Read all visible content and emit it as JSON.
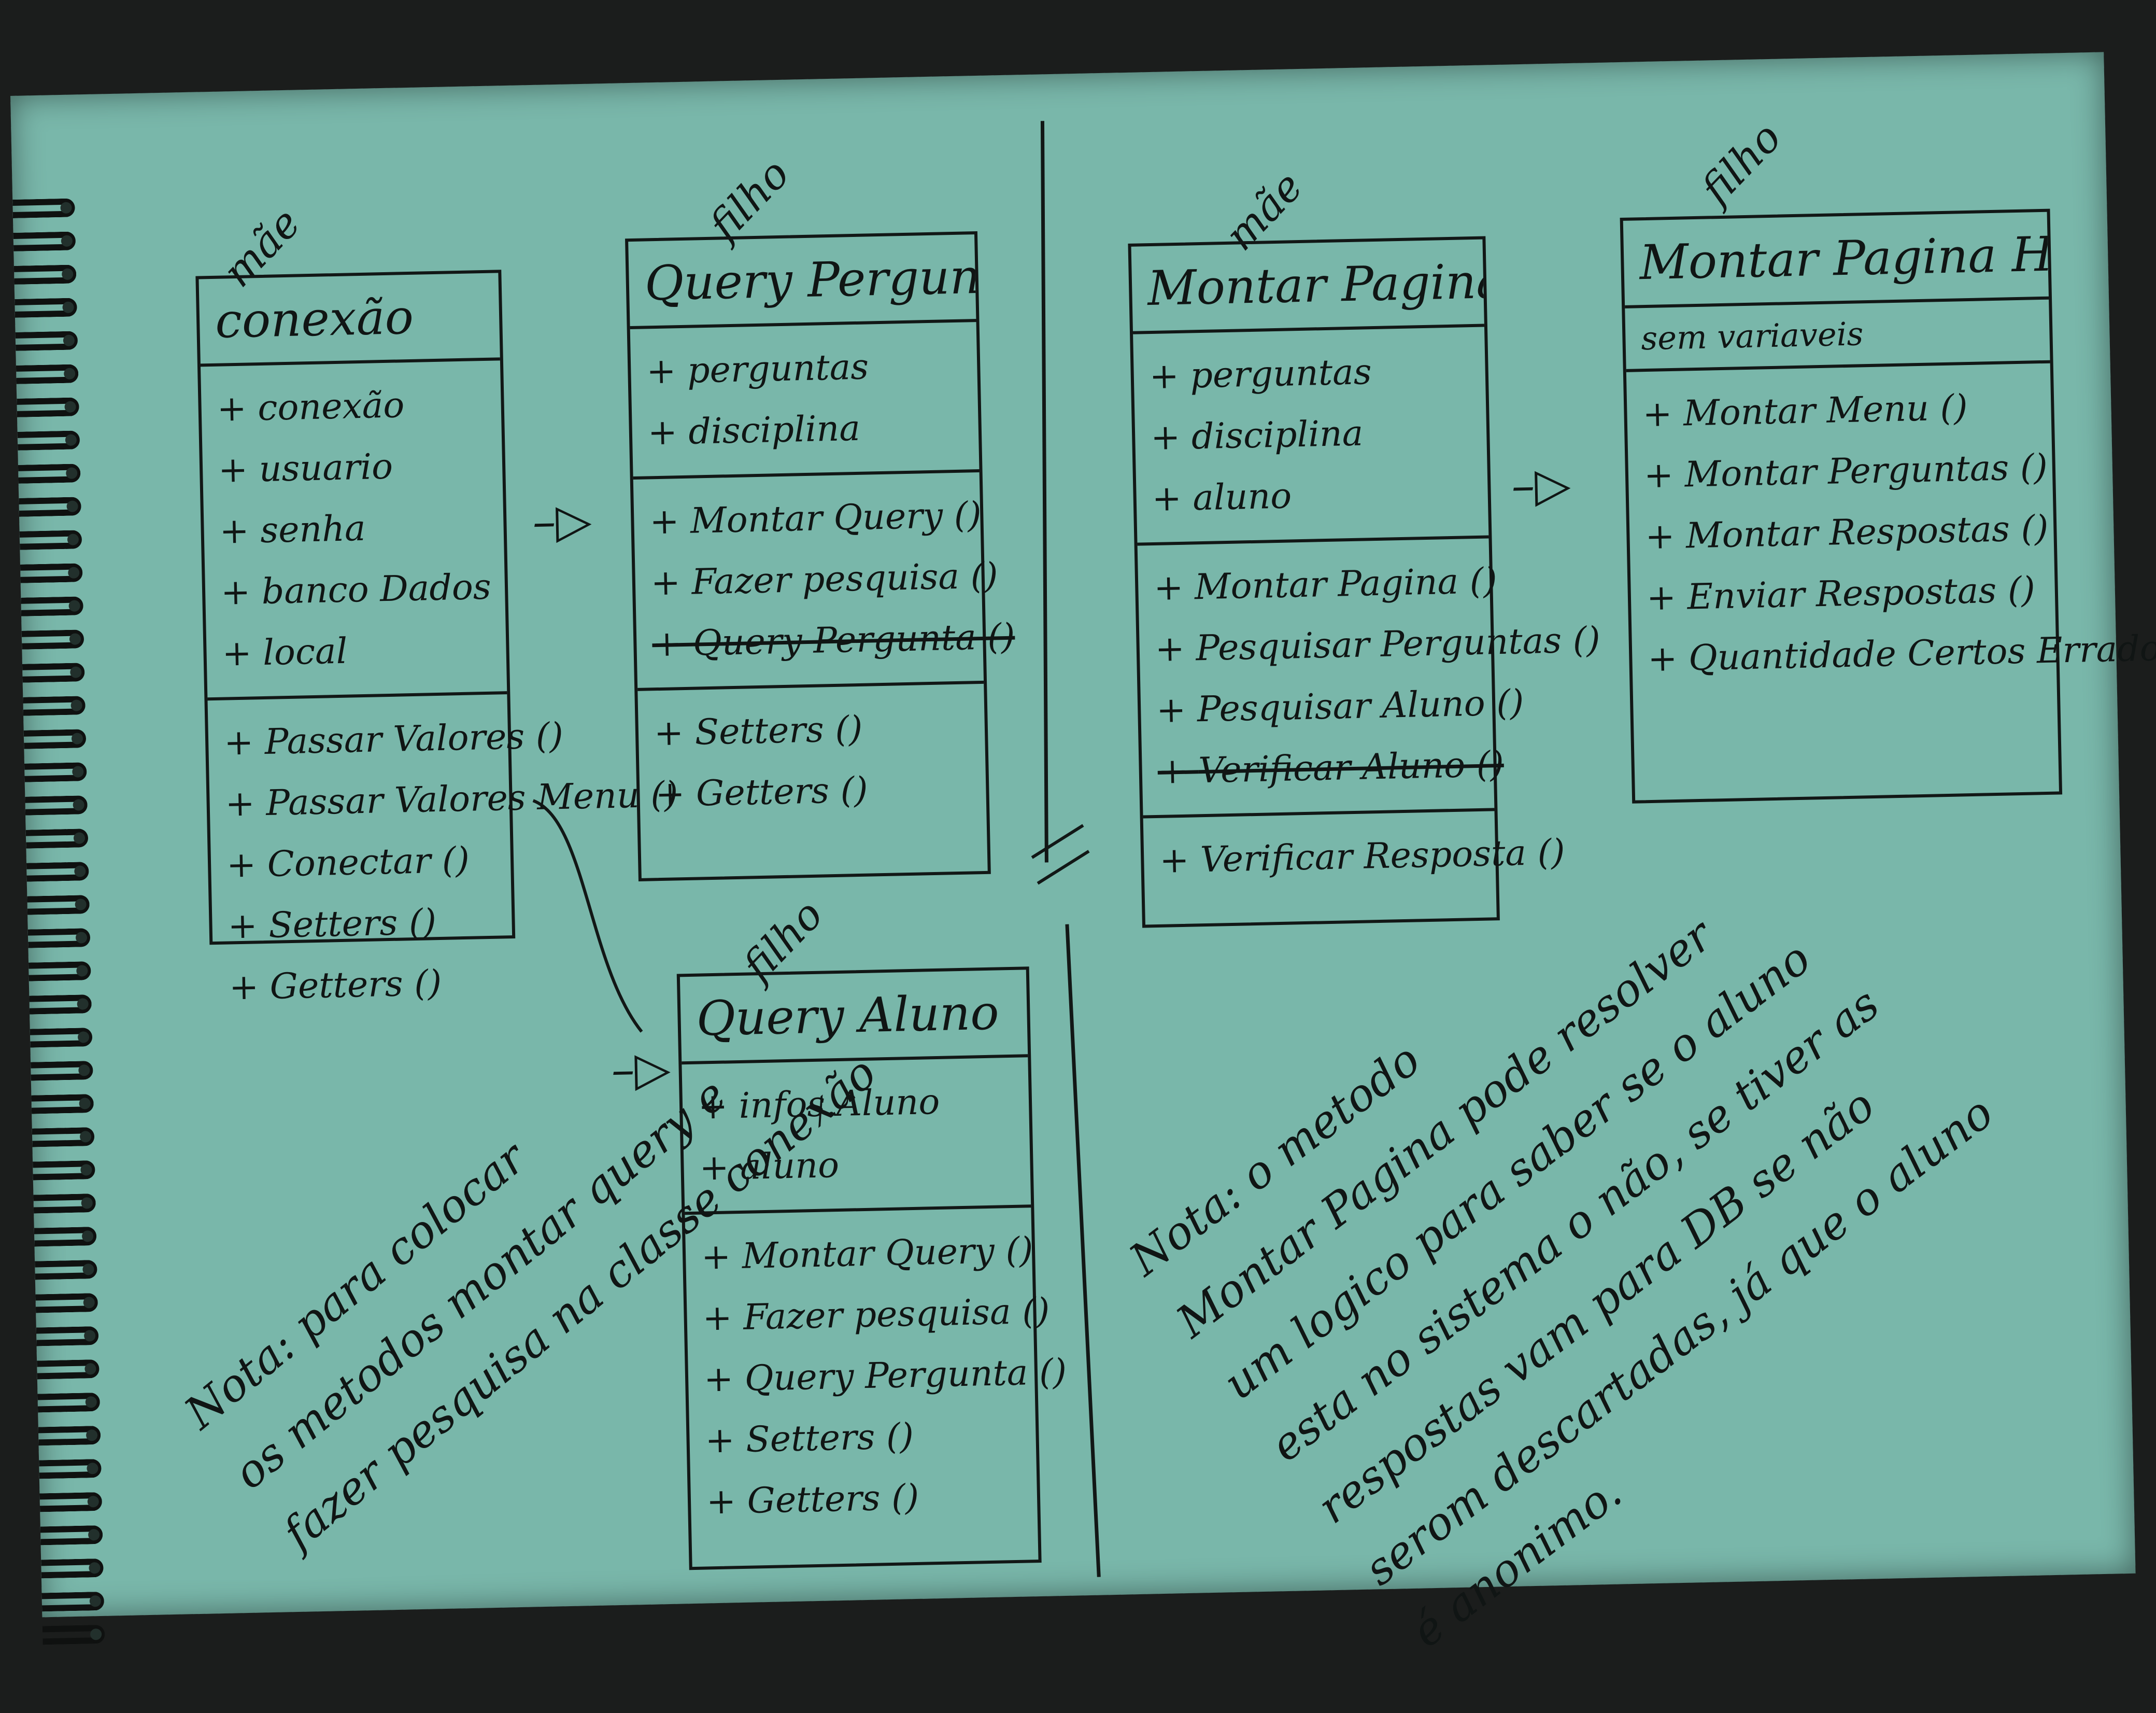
{
  "classes": {
    "conexao": {
      "tag": "mãe",
      "name": "conexão",
      "attributes": [
        "conexão",
        "usuario",
        "senha",
        "banco Dados",
        "local"
      ],
      "methods": [
        "Passar Valores ()",
        "Passar Valores Menu ()",
        "Conectar ()",
        "Setters ()",
        "Getters ()"
      ]
    },
    "query_pergunta": {
      "tag": "filho",
      "name": "Query Pergunta",
      "attributes": [
        "perguntas",
        "disciplina"
      ],
      "methods": [
        "Montar Query ()",
        "Fazer pesquisa ()",
        "Query Pergunta ()"
      ],
      "methods2": [
        "Setters ()",
        "Getters ()"
      ]
    },
    "montar_pagina": {
      "tag": "mãe",
      "name": "Montar Pagina",
      "attributes": [
        "perguntas",
        "disciplina",
        "aluno"
      ],
      "methods": [
        "Montar Pagina ()",
        "Pesquisar Perguntas ()",
        "Pesquisar Aluno ()",
        "Verificar Aluno ()"
      ],
      "methods2": [
        "Verificar Resposta ()"
      ]
    },
    "montar_pagina_html": {
      "tag": "filho",
      "name": "Montar Pagina HTML",
      "subtitle": "sem variaveis",
      "methods": [
        "Montar Menu ()",
        "Montar Perguntas ()",
        "Montar Respostas ()",
        "Enviar Respostas ()",
        "Quantidade Certos Errados"
      ]
    },
    "query_aluno": {
      "tag": "filho",
      "name": "Query Aluno",
      "attributes": [
        "infos.Aluno",
        "aluno"
      ],
      "methods": [
        "Montar Query ()",
        "Fazer pesquisa ()",
        "Query Pergunta ()",
        "Setters ()",
        "Getters ()"
      ]
    }
  },
  "notes": {
    "note1": [
      "Nota: para colocar",
      "os metodos montar query e",
      "fazer pesquisa na classe conexão"
    ],
    "note2": [
      "Nota: o metodo",
      "Montar Pagina pode resolver",
      "um logico para saber se o aluno",
      "esta no sistema o não, se tiver as",
      "respostas vam para DB se não",
      "serom descartadas, já que o aluno",
      "é anonimo."
    ]
  },
  "arrow_glyph": "–▷",
  "colors": {
    "paper": "#79b7aa",
    "ink": "#101514",
    "background": "#1b1d1c",
    "rings": "#0f1110"
  }
}
